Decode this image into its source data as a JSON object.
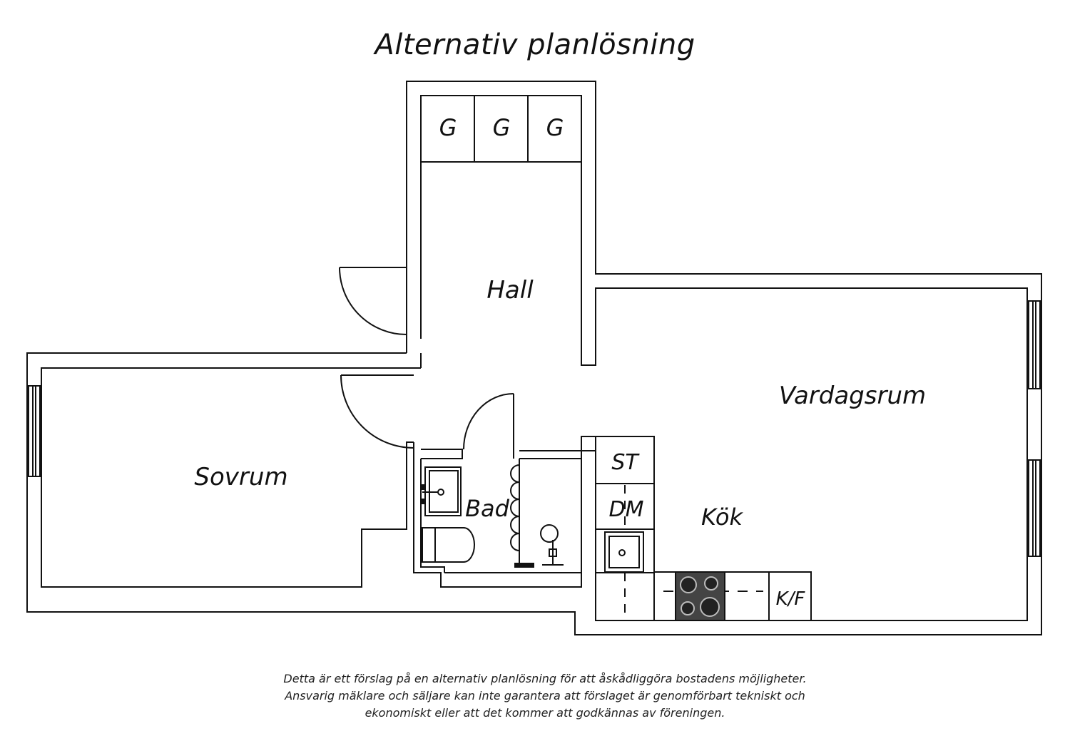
{
  "title": "Alternativ planlösning",
  "rooms": {
    "hall": "Hall",
    "vardagsrum": "Vardagsrum",
    "sovrum": "Sovrum",
    "bad": "Bad",
    "kok": "Kök"
  },
  "wardrobes": [
    "G",
    "G",
    "G"
  ],
  "kitchen": {
    "st": "ST",
    "dm": "DM",
    "kf": "K/F"
  },
  "disclaimer": {
    "line1": "Detta är ett förslag på en alternativ planlösning för att åskådliggöra bostadens möjligheter.",
    "line2": "Ansvarig mäklare och säljare kan inte garantera att förslaget är genomförbart tekniskt och",
    "line3": "ekonomiskt eller att det kommer att godkännas av föreningen."
  },
  "colors": {
    "line": "#111111",
    "stove": "#444444"
  }
}
